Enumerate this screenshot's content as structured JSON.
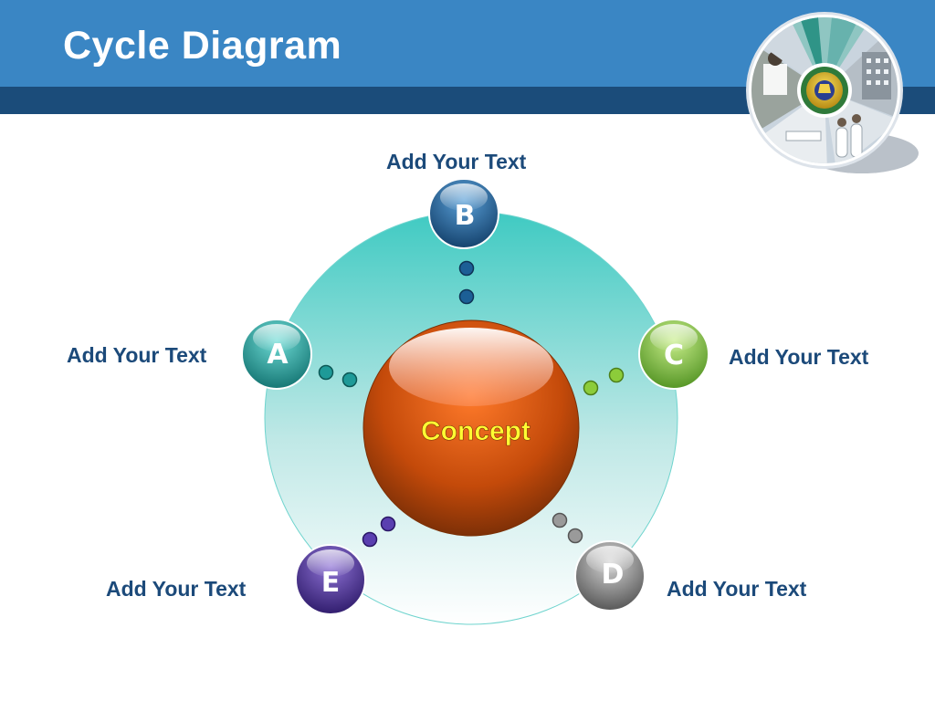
{
  "title": "Cycle Diagram",
  "center": {
    "label": "Concept"
  },
  "nodes": [
    {
      "id": "A",
      "letter": "A",
      "caption": "Add Your Text"
    },
    {
      "id": "B",
      "letter": "B",
      "caption": "Add Your Text"
    },
    {
      "id": "C",
      "letter": "C",
      "caption": "Add Your Text"
    },
    {
      "id": "D",
      "letter": "D",
      "caption": "Add Your Text"
    },
    {
      "id": "E",
      "letter": "E",
      "caption": "Add Your Text"
    }
  ],
  "colors": {
    "header": "#3a86c4",
    "header_stripe": "#1b4c7a",
    "caption_text": "#1c4a7a",
    "center_text": "#ffff33",
    "node_a": "#1e9a98",
    "node_b": "#1c5f96",
    "node_c": "#7cc23c",
    "node_d": "#8a8a8a",
    "node_e": "#4a2f93",
    "center": "#d84a0c",
    "ring": "#3fcac2"
  }
}
